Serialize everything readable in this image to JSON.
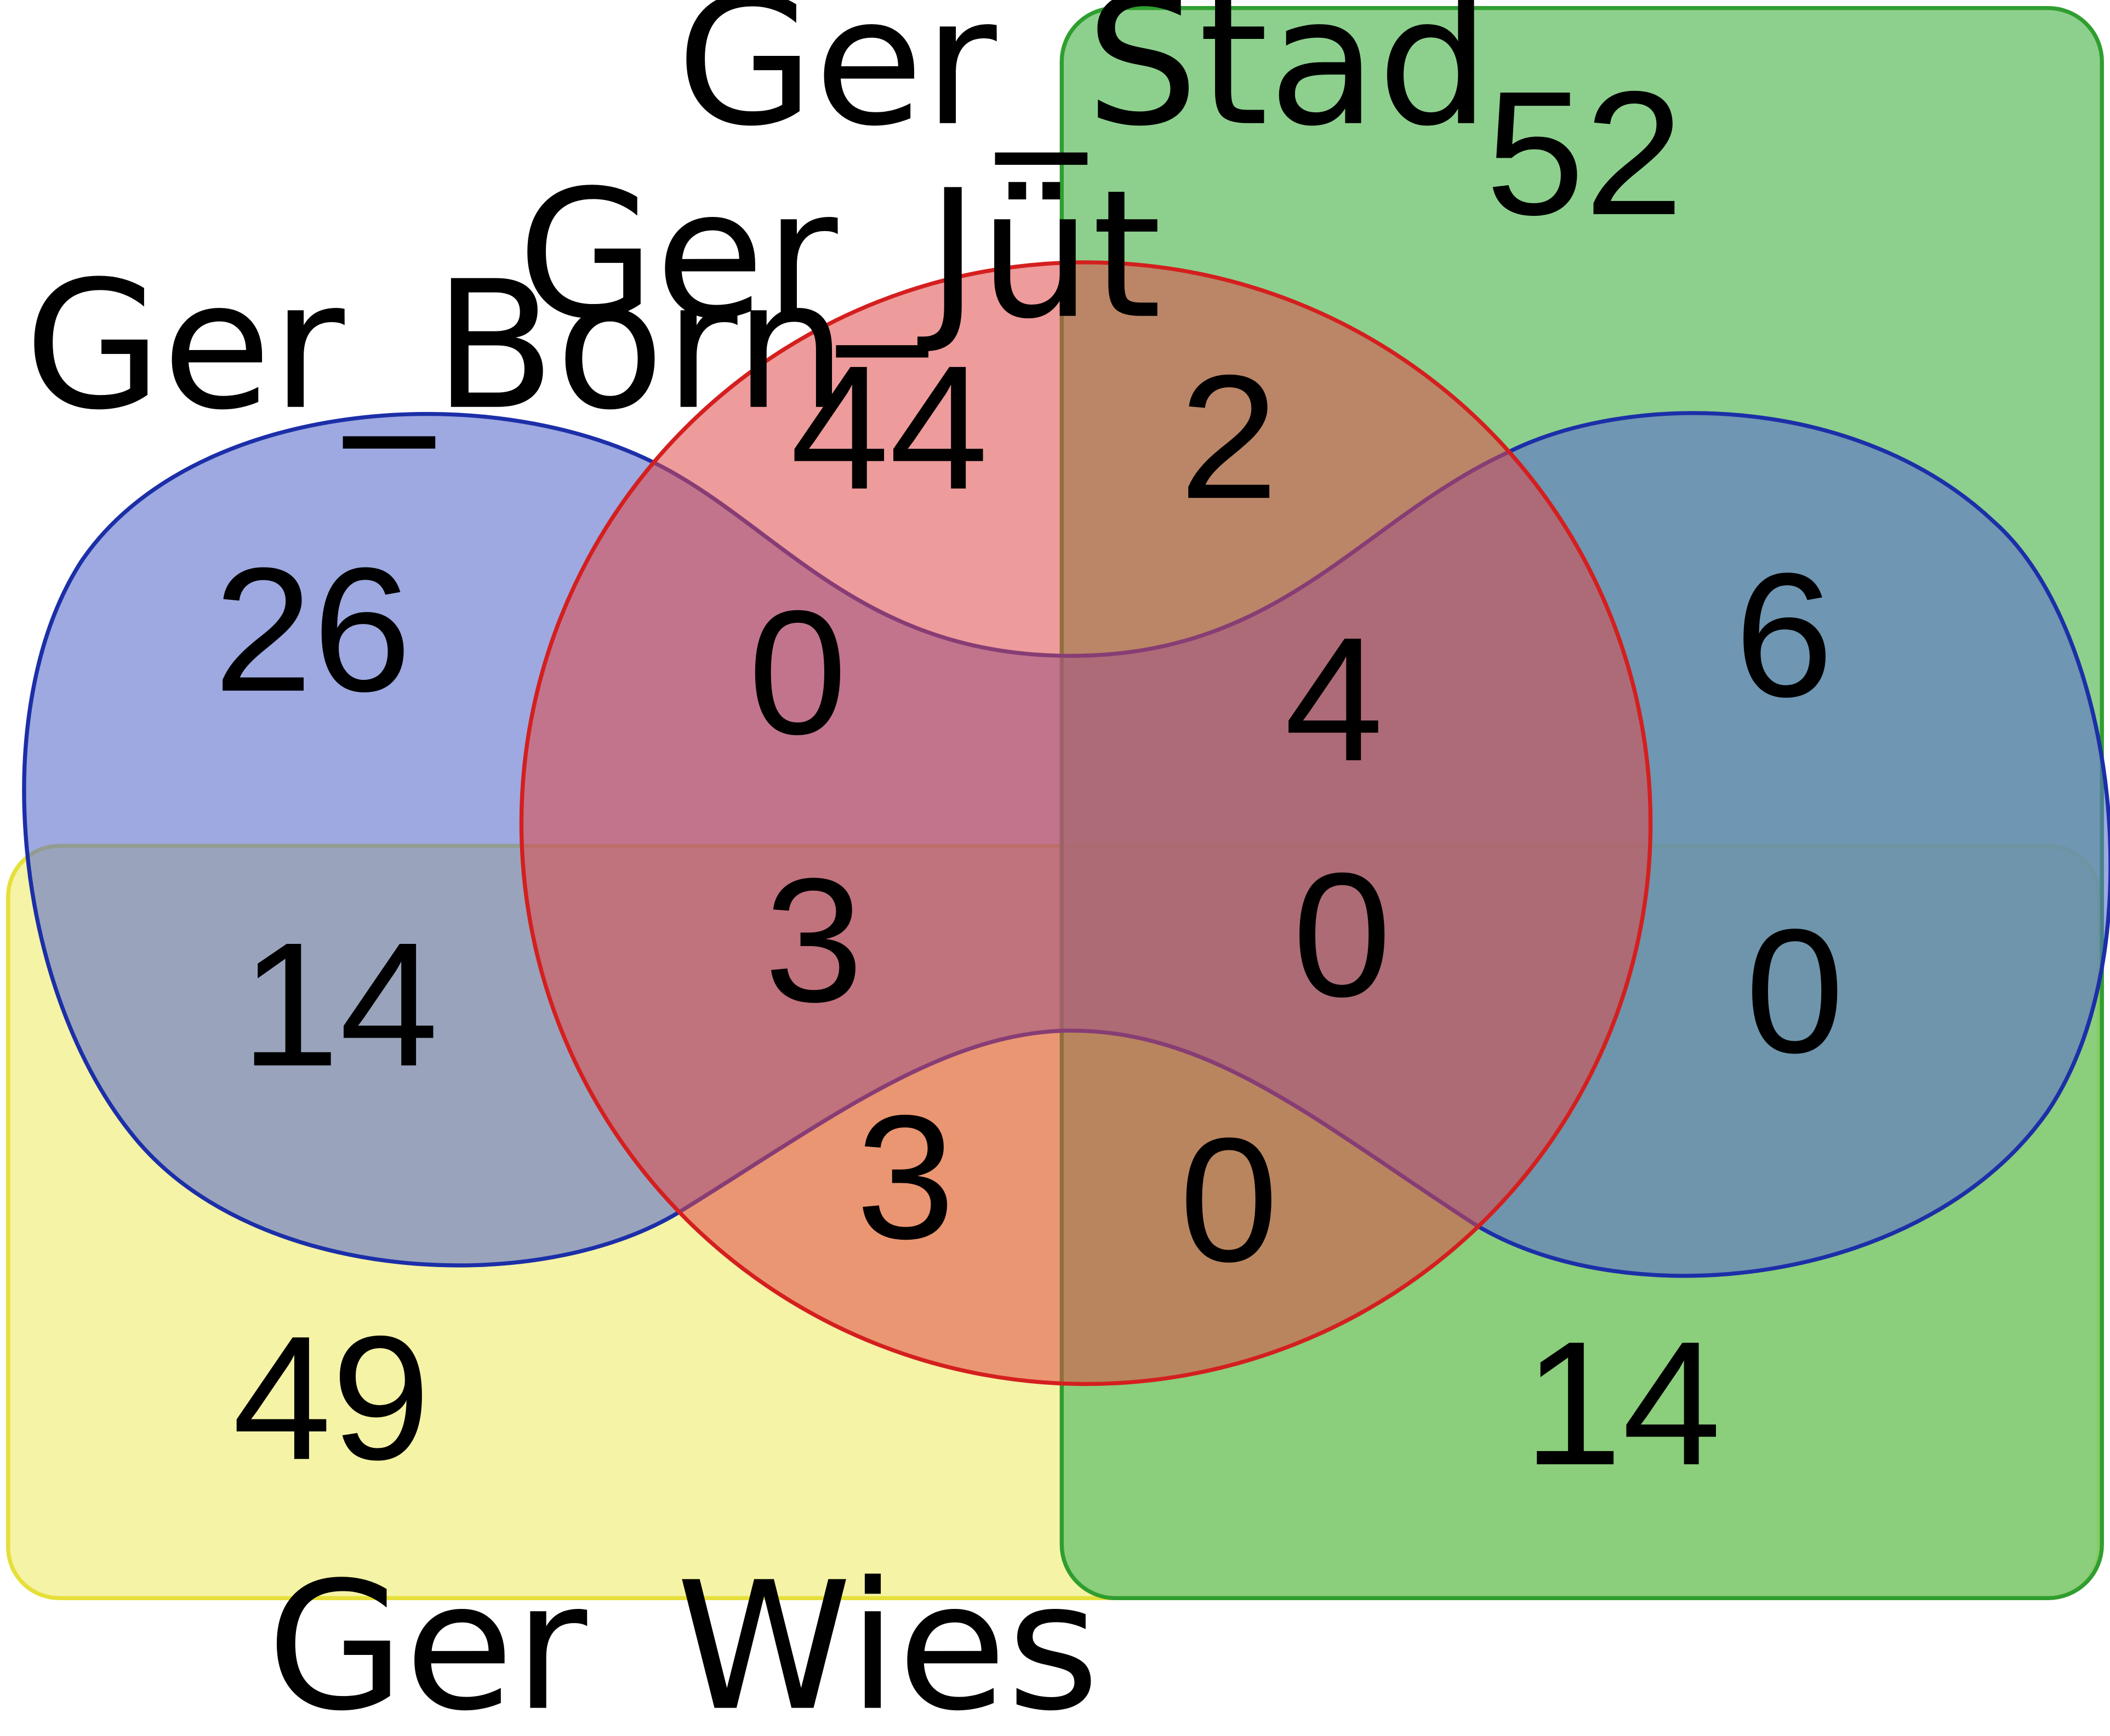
{
  "sets": {
    "born": {
      "label": "Ger_Born",
      "fill": "#8a9ad8",
      "stroke": "#1c2fa8"
    },
    "jut": {
      "label": "Ger_Jüt",
      "fill": "#e67e7e",
      "stroke": "#d41f1f"
    },
    "stad": {
      "label": "Ger_Stad",
      "fill": "#8ed08e",
      "stroke": "#2f9e2f"
    },
    "wies": {
      "label": "Ger_Wies",
      "fill": "#f4f2a0",
      "stroke": "#e6df3a"
    }
  },
  "regions": {
    "born_only": "26",
    "born_wies": "14",
    "wies_only": "49",
    "jut_top": "44",
    "jut_stad_top": "2",
    "born_jut": "0",
    "center_upper_right": "4",
    "born_jut_wies": "3",
    "center_lower_right": "0",
    "jut_wies_bottom": "3",
    "jut_stad_wies_bottom": "0",
    "stad_only": "52",
    "stad_born": "6",
    "stad_born_wies": "0",
    "stad_wies": "14"
  }
}
